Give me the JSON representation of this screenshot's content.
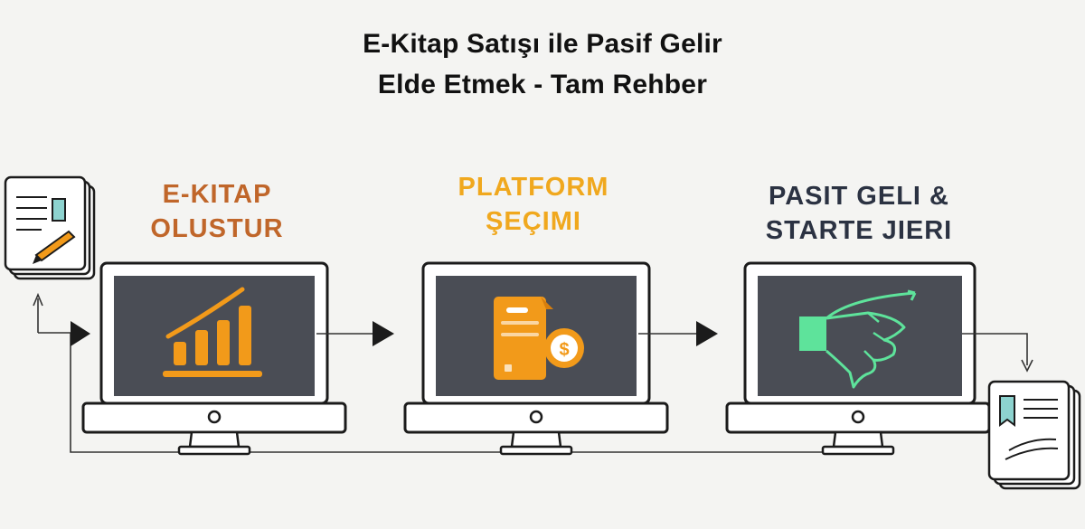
{
  "title": {
    "line1": "E-Kitap Satışı ile Pasif Gelir",
    "line2": "Elde Etmek - Tam Rehber"
  },
  "colors": {
    "background": "#f4f4f2",
    "screen": "#4a4d55",
    "step1_label": "#c0662a",
    "step2_label": "#f0a81e",
    "step3_label": "#2b3242",
    "orange_icon": "#f29a1a",
    "green_icon": "#5ee39b"
  },
  "steps": [
    {
      "label_line1": "E-KITAP",
      "label_line2": "OLUSTUR",
      "icon": "bar-chart-growth-icon"
    },
    {
      "label_line1": "PLATFORM",
      "label_line2": "ŞEÇIMI",
      "icon": "document-coin-icon"
    },
    {
      "label_line1": "PASIT GELI &",
      "label_line2": "STARTE JIERI",
      "icon": "handshake-icon"
    }
  ],
  "side_icons": {
    "left": "document-pen-icon",
    "right": "document-bookmark-icon"
  }
}
